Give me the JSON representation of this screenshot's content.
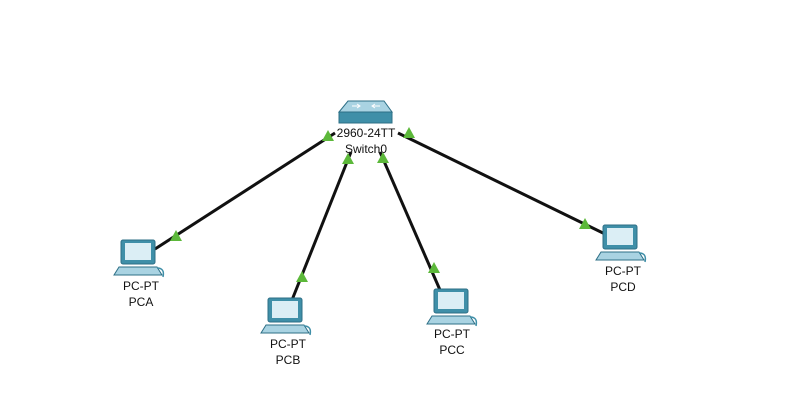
{
  "switch": {
    "model": "2960-24TT",
    "name": "Switch0"
  },
  "pcs": [
    {
      "id": "pca",
      "model": "PC-PT",
      "name": "PCA"
    },
    {
      "id": "pcb",
      "model": "PC-PT",
      "name": "PCB"
    },
    {
      "id": "pcc",
      "model": "PC-PT",
      "name": "PCC"
    },
    {
      "id": "pcd",
      "model": "PC-PT",
      "name": "PCD"
    }
  ],
  "links": [
    {
      "from": "switch",
      "to": "pca",
      "status": "up"
    },
    {
      "from": "switch",
      "to": "pcb",
      "status": "up"
    },
    {
      "from": "switch",
      "to": "pcc",
      "status": "up"
    },
    {
      "from": "switch",
      "to": "pcd",
      "status": "up"
    }
  ],
  "colors": {
    "link_up": "#5cb83a",
    "cable": "#111111",
    "device_teal": "#3f8fa8",
    "device_light": "#a9d3e2",
    "screen": "#dbeef5"
  },
  "icons": {
    "switch": "switch-icon",
    "pc": "pc-icon",
    "link_light": "triangle-link-indicator"
  }
}
